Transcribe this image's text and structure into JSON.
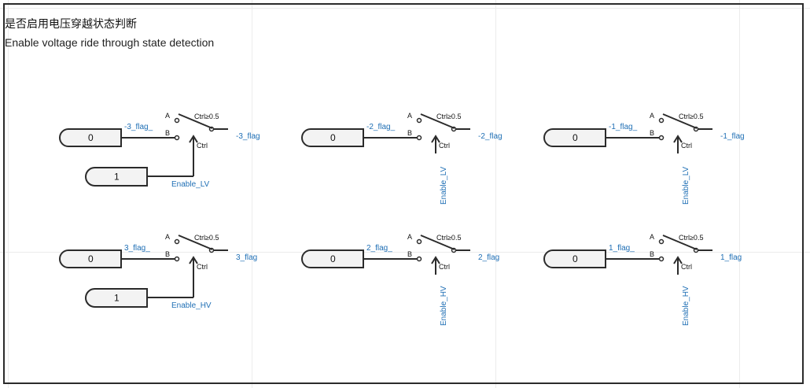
{
  "title": {
    "zh": "是否启用电压穿越状态判断",
    "en": "Enable voltage ride through state detection"
  },
  "colors": {
    "signal": "#1f6fb5",
    "wire": "#2b2b2b",
    "const_fill": "#f3f3f3"
  },
  "switch_labels": {
    "port_a": "A",
    "port_b": "B",
    "ctrl_cond": "Ctrl≥0.5",
    "ctrl": "Ctrl"
  },
  "blocks": [
    {
      "const_b": "0",
      "in_label": "-3_flag_",
      "out_label": "-3_flag",
      "ctrl_label": "Enable_LV",
      "const_ctrl": "1"
    },
    {
      "const_b": "0",
      "in_label": "-2_flag_",
      "out_label": "-2_flag",
      "ctrl_label": "Enable_LV"
    },
    {
      "const_b": "0",
      "in_label": "-1_flag_",
      "out_label": "-1_flag",
      "ctrl_label": "Enable_LV"
    },
    {
      "const_b": "0",
      "in_label": "3_flag_",
      "out_label": "3_flag",
      "ctrl_label": "Enable_HV",
      "const_ctrl": "1"
    },
    {
      "const_b": "0",
      "in_label": "2_flag_",
      "out_label": "2_flag",
      "ctrl_label": "Enable_HV"
    },
    {
      "const_b": "0",
      "in_label": "1_flag_",
      "out_label": "1_flag",
      "ctrl_label": "Enable_HV"
    }
  ]
}
